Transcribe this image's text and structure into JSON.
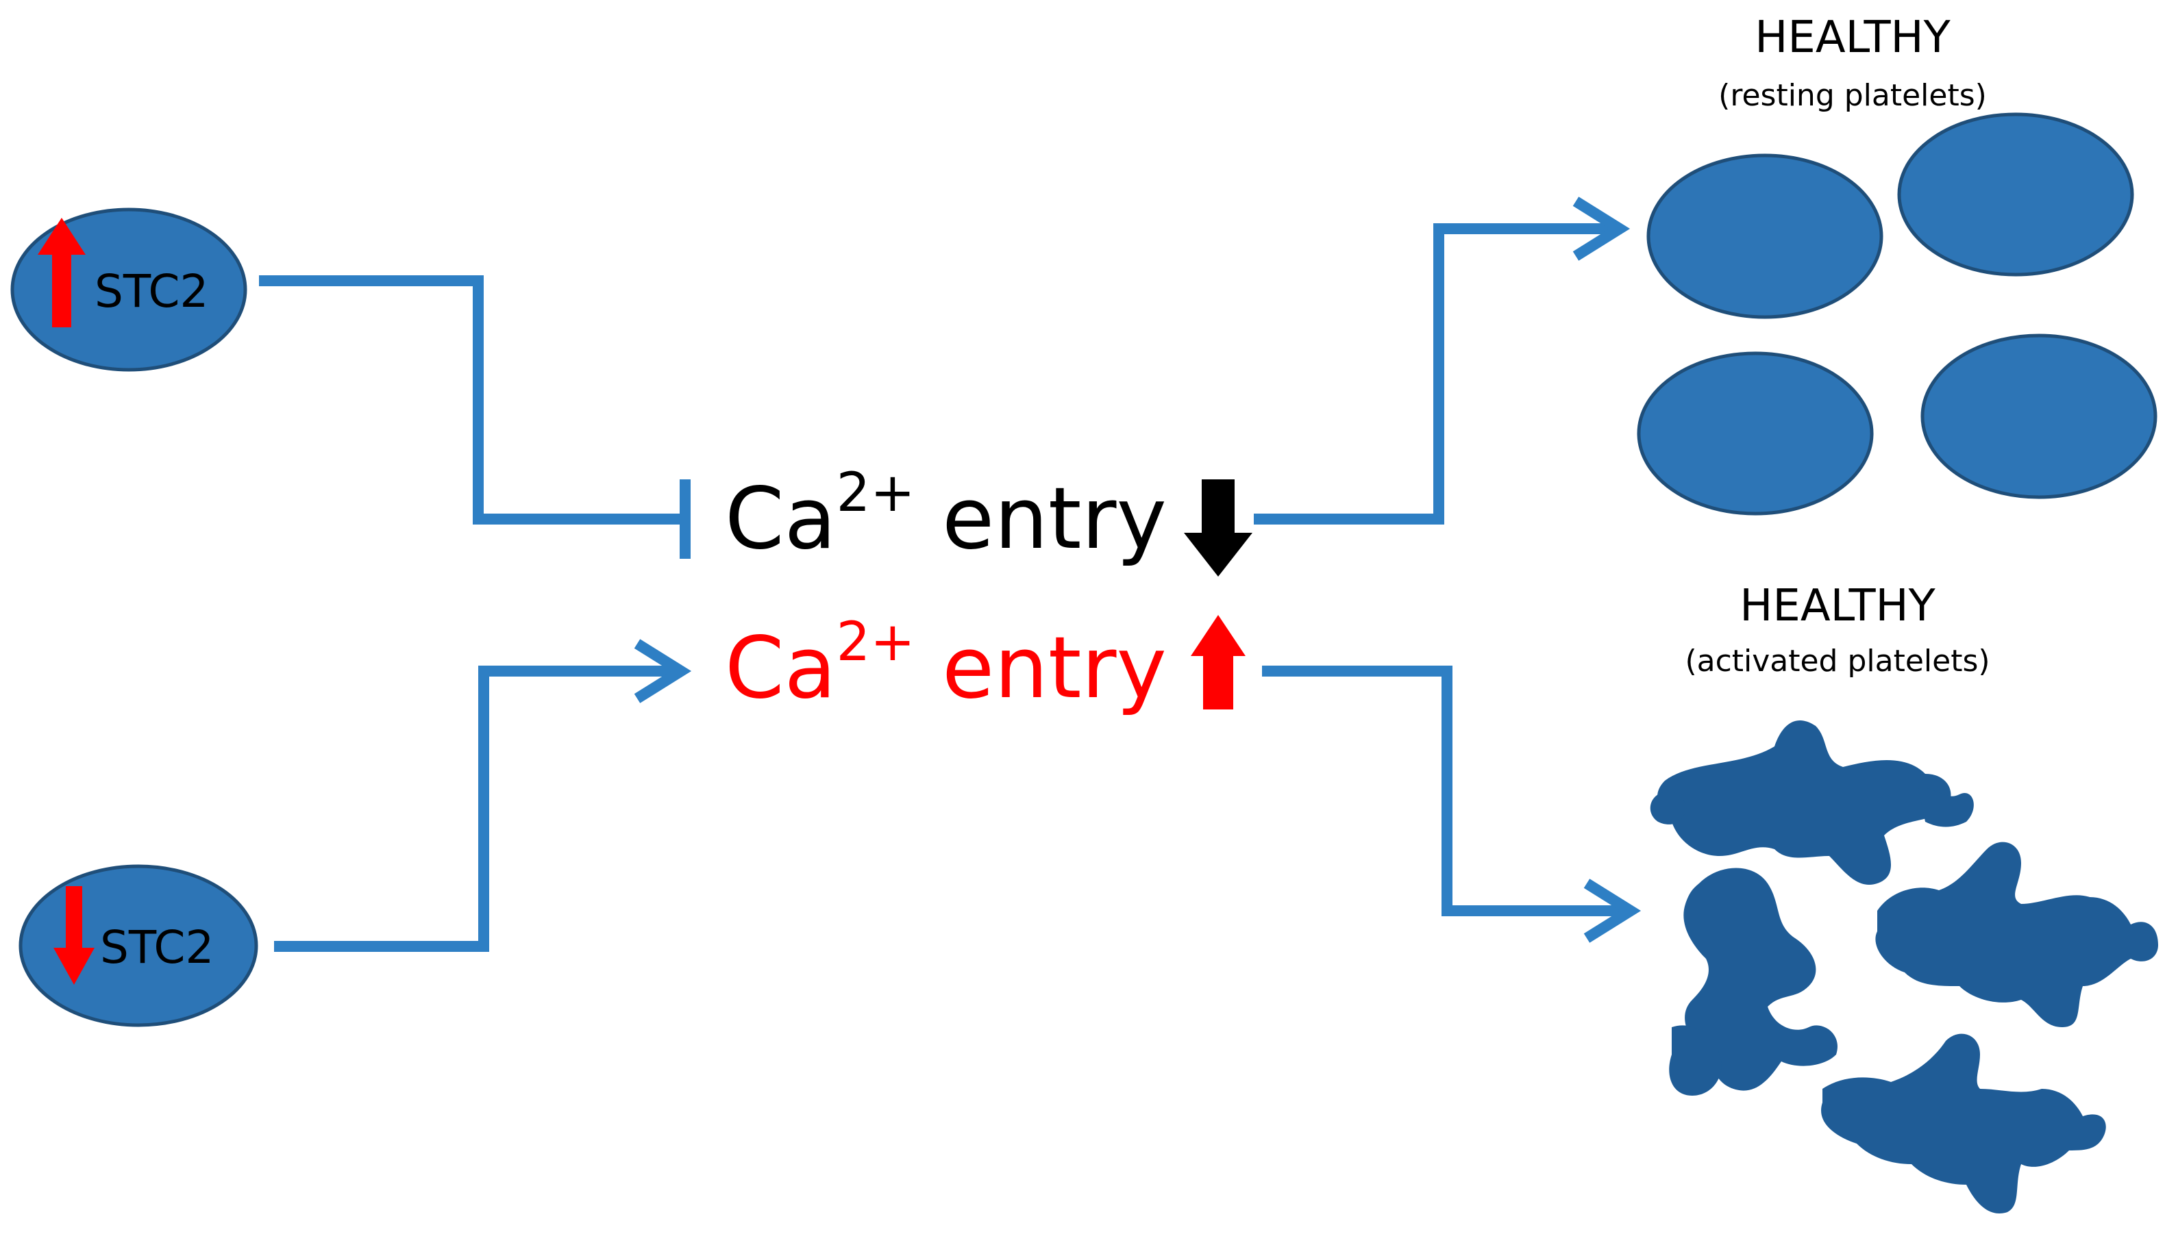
{
  "colors": {
    "connector": "#2e7fc4",
    "node_fill": "#2d75b6",
    "node_stroke": "#1f4e79",
    "resting_fill": "#2d75b6",
    "activated_fill": "#1f5c96",
    "up_arrow": "#ff0000",
    "down_arrow": "#000000",
    "text_dark": "#000000",
    "text_red": "#ff0000"
  },
  "nodes": {
    "stc2_high": {
      "label": "STC2",
      "indicator": "up-arrow-icon"
    },
    "stc2_low": {
      "label": "STC2",
      "indicator": "down-arrow-icon"
    }
  },
  "center": {
    "low_entry": {
      "prefix": "Ca",
      "superscript": "2+",
      "suffix": " entry",
      "indicator": "down-arrow-icon"
    },
    "high_entry": {
      "prefix": "Ca",
      "superscript": "2+",
      "suffix": " entry",
      "indicator": "up-arrow-icon"
    }
  },
  "outcomes": {
    "resting": {
      "title": "HEALTHY",
      "subtitle": "(resting platelets)"
    },
    "activated": {
      "title": "HEALTHY",
      "subtitle": "(activated platelets)"
    }
  }
}
